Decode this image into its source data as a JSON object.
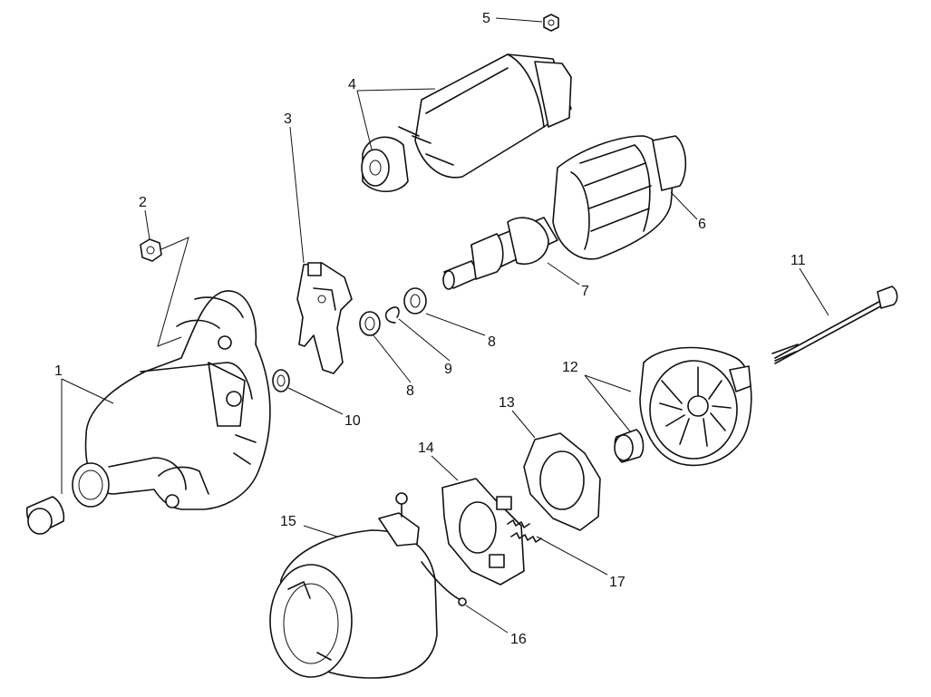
{
  "callouts": [
    {
      "id": "1",
      "text": "1"
    },
    {
      "id": "2",
      "text": "2"
    },
    {
      "id": "3",
      "text": "3"
    },
    {
      "id": "4",
      "text": "4"
    },
    {
      "id": "5",
      "text": "5"
    },
    {
      "id": "6",
      "text": "6"
    },
    {
      "id": "7",
      "text": "7"
    },
    {
      "id": "8a",
      "text": "8"
    },
    {
      "id": "8b",
      "text": "8"
    },
    {
      "id": "9",
      "text": "9"
    },
    {
      "id": "10",
      "text": "10"
    },
    {
      "id": "11",
      "text": "11"
    },
    {
      "id": "12",
      "text": "12"
    },
    {
      "id": "13",
      "text": "13"
    },
    {
      "id": "14",
      "text": "14"
    },
    {
      "id": "15",
      "text": "15"
    },
    {
      "id": "16",
      "text": "16"
    },
    {
      "id": "17",
      "text": "17"
    }
  ]
}
